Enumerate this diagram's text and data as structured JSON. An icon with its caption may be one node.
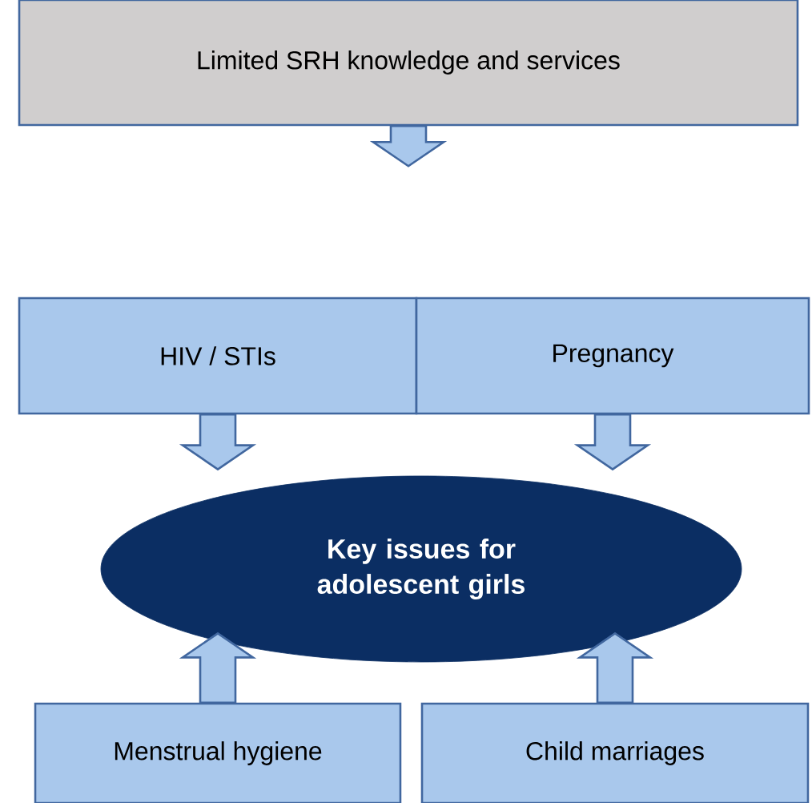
{
  "diagram": {
    "nodes": [
      {
        "text": [
          "Limited SRH knowledge and services"
        ]
      },
      {
        "text": [
          "HIV / STIs"
        ]
      },
      {
        "text": [
          "Pregnancy"
        ]
      },
      {
        "text": [
          "Key issues for adolescent girls"
        ]
      },
      {
        "text": [
          "Menstrual hygiene"
        ]
      },
      {
        "text": [
          "Child marriages"
        ]
      }
    ],
    "edges": [
      {
        "from": 0,
        "to": null,
        "arrow": "to"
      },
      {
        "from": 1,
        "to": 3,
        "arrow": "to"
      },
      {
        "from": 2,
        "to": 3,
        "arrow": "to"
      },
      {
        "from": 4,
        "to": 3,
        "arrow": "to"
      },
      {
        "from": 5,
        "to": 3,
        "arrow": "to"
      }
    ]
  }
}
